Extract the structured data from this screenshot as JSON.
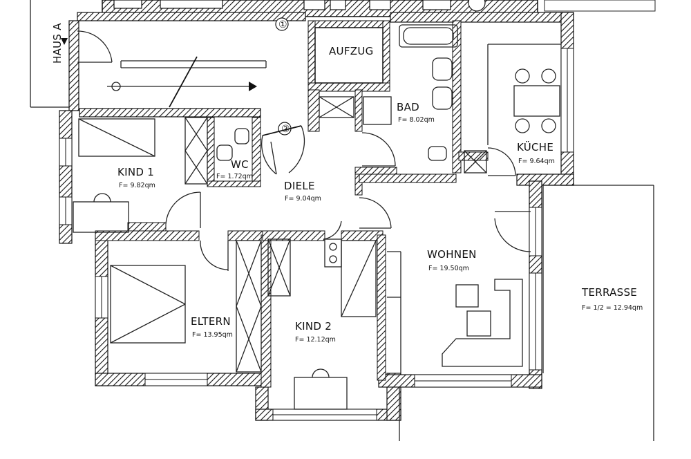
{
  "plan": {
    "building_label": "HAUS A",
    "elevator": "AUFZUG",
    "markers": [
      "①",
      "②"
    ],
    "rooms": [
      {
        "id": "kind1",
        "name": "KIND 1",
        "area": "F= 9.82qm"
      },
      {
        "id": "wc",
        "name": "WC",
        "area": "F= 1.72qm"
      },
      {
        "id": "diele",
        "name": "DIELE",
        "area": "F= 9.04qm"
      },
      {
        "id": "bad",
        "name": "BAD",
        "area": "F= 8.02qm"
      },
      {
        "id": "kueche",
        "name": "KÜCHE",
        "area": "F= 9.64qm"
      },
      {
        "id": "wohnen",
        "name": "WOHNEN",
        "area": "F= 19.50qm"
      },
      {
        "id": "eltern",
        "name": "ELTERN",
        "area": "F= 13.95qm"
      },
      {
        "id": "kind2",
        "name": "KIND 2",
        "area": "F= 12.12qm"
      },
      {
        "id": "terrasse",
        "name": "TERRASSE",
        "area": "F= 1/2 = 12.94qm"
      }
    ]
  }
}
